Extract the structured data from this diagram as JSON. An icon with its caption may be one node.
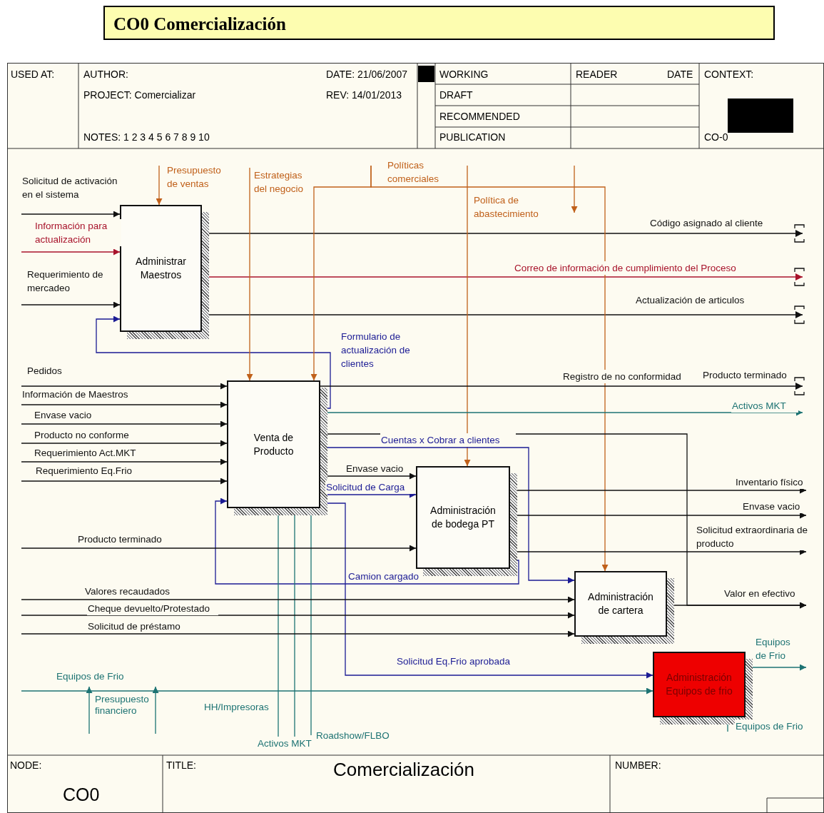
{
  "diagram": {
    "title": "CO0 Comercialización",
    "nodes": [
      {
        "text": [
          "Administrar Maestros"
        ]
      },
      {
        "text": [
          "Venta de Producto"
        ]
      },
      {
        "text": [
          "Administración de bodega PT"
        ]
      },
      {
        "text": [
          "Administración de cartera"
        ]
      },
      {
        "text": [
          "Administración Equipos de frio"
        ]
      }
    ],
    "edges": [
      {
        "from": null,
        "to": 0,
        "arrow": "to",
        "label": "Solicitud de activación en el sistema"
      },
      {
        "from": null,
        "to": 0,
        "arrow": "to",
        "label": "Información para actualización",
        "color": "#a8132b"
      },
      {
        "from": null,
        "to": 0,
        "arrow": "to",
        "label": "Requerimiento de mercadeo"
      },
      {
        "from": 1,
        "to": 0,
        "arrow": "to",
        "label": "Formulario de actualización de clientes",
        "color": "#1b1b94"
      },
      {
        "from": null,
        "to": 0,
        "arrow": "to",
        "label": "Presupuesto de ventas",
        "color": "#c0601a"
      },
      {
        "from": 0,
        "to": null,
        "arrow": "to",
        "label": "Código asignado al cliente"
      },
      {
        "from": 0,
        "to": null,
        "arrow": "to",
        "label": "Correo de información de cumplimiento del Proceso",
        "color": "#a8132b"
      },
      {
        "from": 0,
        "to": null,
        "arrow": "to",
        "label": "Actualización de articulos"
      },
      {
        "from": null,
        "to": 1,
        "arrow": "to",
        "label": "Pedidos"
      },
      {
        "from": null,
        "to": 1,
        "arrow": "to",
        "label": "Información de Maestros"
      },
      {
        "from": null,
        "to": 1,
        "arrow": "to",
        "label": "Envase vacio"
      },
      {
        "from": null,
        "to": 1,
        "arrow": "to",
        "label": "Producto no conforme"
      },
      {
        "from": null,
        "to": 1,
        "arrow": "to",
        "label": "Requerimiento Act.MKT"
      },
      {
        "from": null,
        "to": 1,
        "arrow": "to",
        "label": "Requerimiento Eq.Frio"
      },
      {
        "from": 2,
        "to": 1,
        "arrow": "to",
        "label": "Camion cargado",
        "color": "#1b1b94"
      },
      {
        "from": null,
        "to": 1,
        "arrow": "to",
        "label": "Estrategias del negocio",
        "color": "#c0601a"
      },
      {
        "from": null,
        "to": 1,
        "arrow": "to",
        "color": "#c0601a"
      },
      {
        "from": null,
        "to": 3,
        "arrow": "to",
        "label": "Políticas comerciales",
        "color": "#c0601a"
      },
      {
        "from": null,
        "to": 2,
        "arrow": "to",
        "label": "Política de abastecimiento",
        "color": "#c0601a"
      },
      {
        "from": null,
        "to": 1,
        "arrow": "to",
        "label": "HH/Impresoras",
        "color": "#1d7373"
      },
      {
        "from": null,
        "to": 1,
        "arrow": "to",
        "label": "Activos MKT",
        "color": "#1d7373"
      },
      {
        "from": null,
        "to": 1,
        "arrow": "to",
        "label": "Roadshow/FLBO",
        "color": "#1d7373"
      },
      {
        "from": 1,
        "to": null,
        "arrow": "to",
        "label": "Registro de no conformidad"
      },
      {
        "from": 1,
        "to": null,
        "arrow": "to",
        "label": "Activos MKT",
        "color": "#1d7373"
      },
      {
        "from": 1,
        "to": 3,
        "arrow": "to",
        "label": "Cuentas x Cobrar a clientes",
        "color": "#1b1b94"
      },
      {
        "from": 1,
        "to": null,
        "arrow": "to"
      },
      {
        "from": 1,
        "to": 2,
        "arrow": "to",
        "label": "Envase vacio"
      },
      {
        "from": 1,
        "to": 2,
        "arrow": "to",
        "label": "Solicitud de Carga",
        "color": "#1b1b94"
      },
      {
        "from": 1,
        "to": 4,
        "arrow": "to",
        "label": "Solicitud Eq.Frio aprobada",
        "color": "#1b1b94"
      },
      {
        "from": null,
        "to": 2,
        "arrow": "to",
        "label": "Producto terminado"
      },
      {
        "from": 2,
        "to": null,
        "arrow": "to",
        "label": "Inventario físico"
      },
      {
        "from": 2,
        "to": null,
        "arrow": "to",
        "label": "Envase vacio"
      },
      {
        "from": 2,
        "to": null,
        "arrow": "to",
        "label": "Solicitud extraordinaria de producto"
      },
      {
        "from": null,
        "to": 3,
        "arrow": "to",
        "label": "Valores recaudados"
      },
      {
        "from": null,
        "to": 3,
        "arrow": "to",
        "label": "Cheque devuelto/Protestado"
      },
      {
        "from": null,
        "to": 3,
        "arrow": "to",
        "label": "Solicitud de préstamo"
      },
      {
        "from": 3,
        "to": null,
        "arrow": "to",
        "label": "Valor en efectivo"
      },
      {
        "from": null,
        "to": 4,
        "arrow": "to",
        "label": "Equipos de Frio",
        "color": "#1d7373"
      },
      {
        "from": 4,
        "to": null,
        "arrow": "to",
        "label": "Equipos de Frio",
        "color": "#1d7373"
      },
      {
        "from": null,
        "to": 4,
        "arrow": "to",
        "label": "Equipos de Frio",
        "color": "#1d7373"
      }
    ],
    "labels": [
      "USED AT:",
      "AUTHOR:",
      "PROJECT: Comercializar",
      "DATE: 21/06/2007",
      "REV: 14/01/2013",
      "NOTES: 1 2 3 4 5 6 7 8 9 10",
      "WORKING",
      "DRAFT",
      "RECOMMENDED",
      "PUBLICATION",
      "READER",
      "DATE",
      "CONTEXT:",
      "CO-0",
      "Presupuesto financiero",
      "NODE:",
      "CO0",
      "TITLE:",
      "Comercialización",
      "NUMBER:",
      "Producto terminado"
    ]
  }
}
